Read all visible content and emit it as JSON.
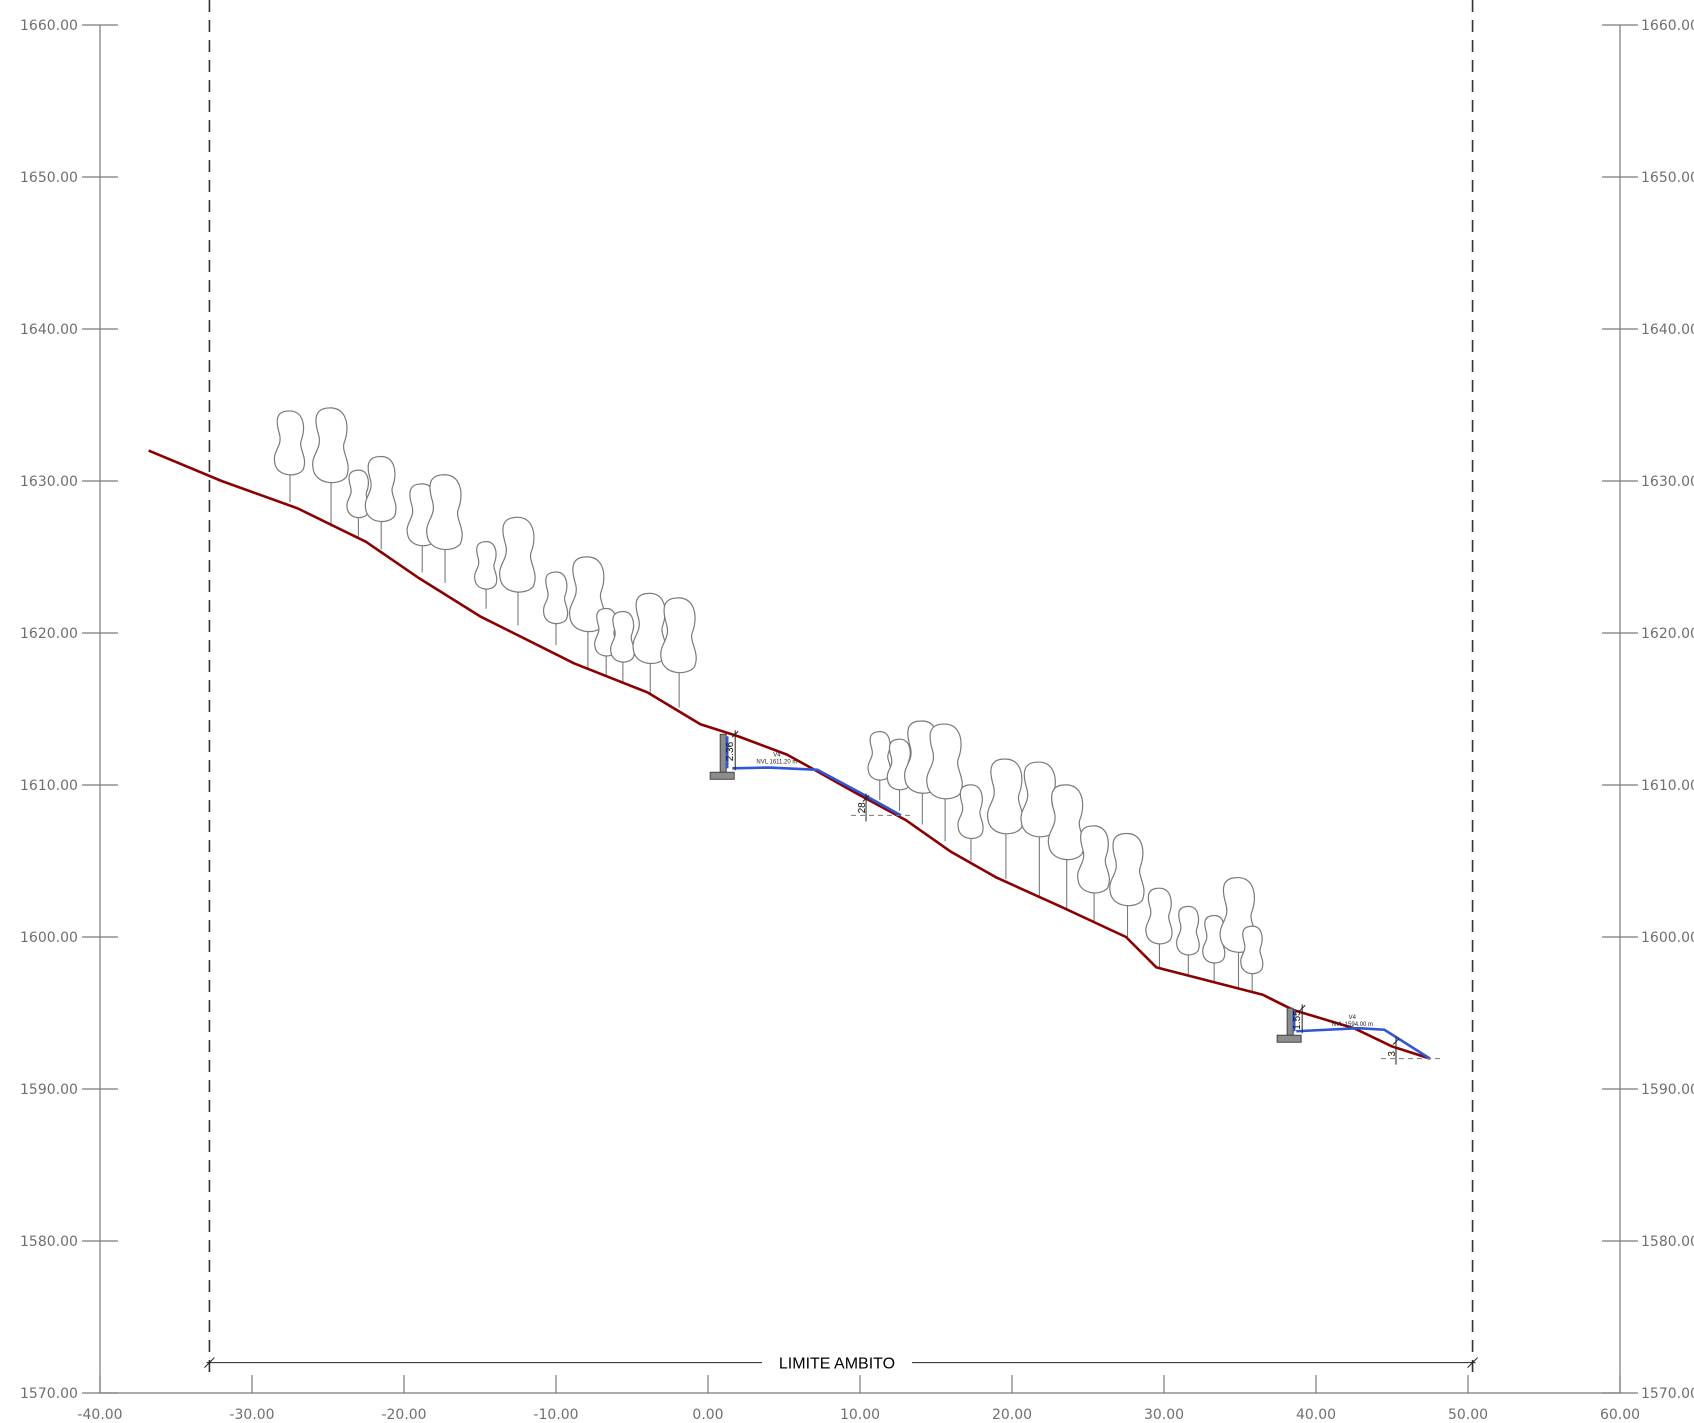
{
  "chart_data": {
    "type": "line",
    "x_ticks": [
      "-40.00",
      "-30.00",
      "-20.00",
      "-10.00",
      "0.00",
      "10.00",
      "20.00",
      "30.00",
      "40.00",
      "50.00",
      "60.00"
    ],
    "y_ticks_left": [
      "1660.00",
      "1650.00",
      "1640.00",
      "1630.00",
      "1620.00",
      "1610.00",
      "1600.00",
      "1590.00",
      "1580.00",
      "1570.00"
    ],
    "y_ticks_right": [
      "1660.00",
      "1650.00",
      "1640.00",
      "1630.00",
      "1620.00",
      "1610.00",
      "1600.00",
      "1590.00",
      "1580.00",
      "1570.00"
    ],
    "xlim": [
      -40,
      60
    ],
    "ylim": [
      1570,
      1660
    ],
    "terrain": {
      "x": [
        -36.8,
        -32,
        -27,
        -22.5,
        -19,
        -15,
        -8.8,
        -4,
        -0.5,
        2,
        5.2,
        7,
        9.5,
        13,
        16,
        19,
        23.2,
        27.5,
        29.5,
        36.5,
        38.5,
        42.5,
        45,
        47.5
      ],
      "y": [
        1632,
        1630,
        1628.2,
        1626,
        1623.6,
        1621.1,
        1618,
        1616.1,
        1614,
        1613.2,
        1612,
        1611,
        1609.6,
        1607.7,
        1605.6,
        1603.9,
        1602,
        1600,
        1598,
        1596.2,
        1595.2,
        1594,
        1592.8,
        1592
      ]
    },
    "projects": [
      {
        "label": "V4",
        "level": "NVL 1611.20 m",
        "height_dim": "2.36",
        "slope_dim": "28",
        "wall_x": 1,
        "line": {
          "x": [
            1.6,
            4,
            7.2,
            10,
            12.7
          ],
          "y": [
            1611.1,
            1611.15,
            1611.0,
            1609.5,
            1608.0
          ]
        }
      },
      {
        "label": "V4",
        "level": "NVL 1594.00 m",
        "height_dim": "1.55",
        "slope_dim": "3",
        "wall_x": 38.3,
        "line": {
          "x": [
            38.7,
            42.8,
            44.5,
            47.5
          ],
          "y": [
            1593.8,
            1594.0,
            1593.9,
            1592.0
          ]
        }
      }
    ],
    "boundary": {
      "x_left": -32.8,
      "x_right": 50.3,
      "label": "LIMITE AMBITO"
    },
    "trees": [
      {
        "x": -27.5,
        "base": 1628.6,
        "top": 1634.6
      },
      {
        "x": -24.8,
        "base": 1627.0,
        "top": 1634.8
      },
      {
        "x": -23.0,
        "base": 1626.3,
        "top": 1630.7
      },
      {
        "x": -21.5,
        "base": 1625.5,
        "top": 1631.6
      },
      {
        "x": -18.8,
        "base": 1624.0,
        "top": 1629.8
      },
      {
        "x": -17.3,
        "base": 1623.3,
        "top": 1630.4
      },
      {
        "x": -14.6,
        "base": 1621.6,
        "top": 1626.0
      },
      {
        "x": -12.5,
        "base": 1620.5,
        "top": 1627.6
      },
      {
        "x": -10.0,
        "base": 1619.2,
        "top": 1624.0
      },
      {
        "x": -7.9,
        "base": 1617.7,
        "top": 1625.0
      },
      {
        "x": -6.7,
        "base": 1617.2,
        "top": 1621.6
      },
      {
        "x": -5.6,
        "base": 1616.7,
        "top": 1621.4
      },
      {
        "x": -3.8,
        "base": 1616.0,
        "top": 1622.6
      },
      {
        "x": -1.9,
        "base": 1615.1,
        "top": 1622.3
      },
      {
        "x": 11.3,
        "base": 1609.0,
        "top": 1613.5
      },
      {
        "x": 12.6,
        "base": 1608.3,
        "top": 1613.0
      },
      {
        "x": 14.1,
        "base": 1607.4,
        "top": 1614.2
      },
      {
        "x": 15.6,
        "base": 1606.3,
        "top": 1614.0
      },
      {
        "x": 17.3,
        "base": 1605.0,
        "top": 1610.0
      },
      {
        "x": 19.6,
        "base": 1603.8,
        "top": 1611.7
      },
      {
        "x": 21.8,
        "base": 1602.6,
        "top": 1611.5
      },
      {
        "x": 23.6,
        "base": 1601.8,
        "top": 1610.0
      },
      {
        "x": 25.4,
        "base": 1601.0,
        "top": 1607.3
      },
      {
        "x": 27.6,
        "base": 1600.0,
        "top": 1606.8
      },
      {
        "x": 29.7,
        "base": 1598.0,
        "top": 1603.2
      },
      {
        "x": 31.6,
        "base": 1597.5,
        "top": 1602.0
      },
      {
        "x": 33.3,
        "base": 1597.0,
        "top": 1601.4
      },
      {
        "x": 34.9,
        "base": 1596.6,
        "top": 1603.9
      },
      {
        "x": 35.8,
        "base": 1596.3,
        "top": 1600.7
      }
    ]
  }
}
